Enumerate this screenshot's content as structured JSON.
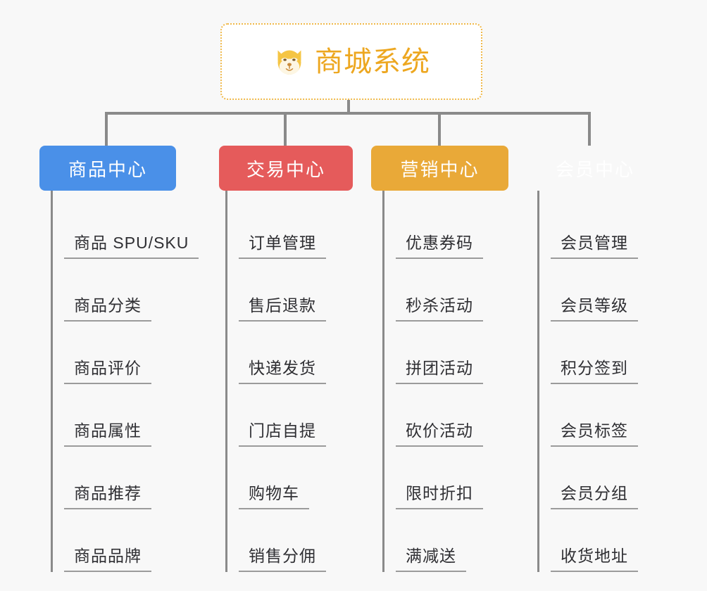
{
  "canvas": {
    "background": "#f8f8f8",
    "connector_color": "#8a8a8a"
  },
  "root": {
    "title": "商城系统",
    "icon": "shiba-dog-icon",
    "text_color": "#eda720",
    "border_color": "#f0b94a",
    "background": "#ffffff"
  },
  "branches": [
    {
      "label": "商品中心",
      "color": "#4a90e8",
      "items": [
        "商品 SPU/SKU",
        "商品分类",
        "商品评价",
        "商品属性",
        "商品推荐",
        "商品品牌"
      ]
    },
    {
      "label": "交易中心",
      "color": "#e55b5b",
      "items": [
        "订单管理",
        "售后退款",
        "快递发货",
        "门店自提",
        "购物车",
        "销售分佣"
      ]
    },
    {
      "label": "营销中心",
      "color": "#e9a938",
      "items": [
        "优惠券码",
        "秒杀活动",
        "拼团活动",
        "砍价活动",
        "限时折扣",
        "满减送"
      ]
    },
    {
      "label": "会员中心",
      "color": "#7bc council",
      "items": [
        "会员管理",
        "会员等级",
        "积分签到",
        "会员标签",
        "会员分组",
        "收货地址"
      ]
    }
  ]
}
